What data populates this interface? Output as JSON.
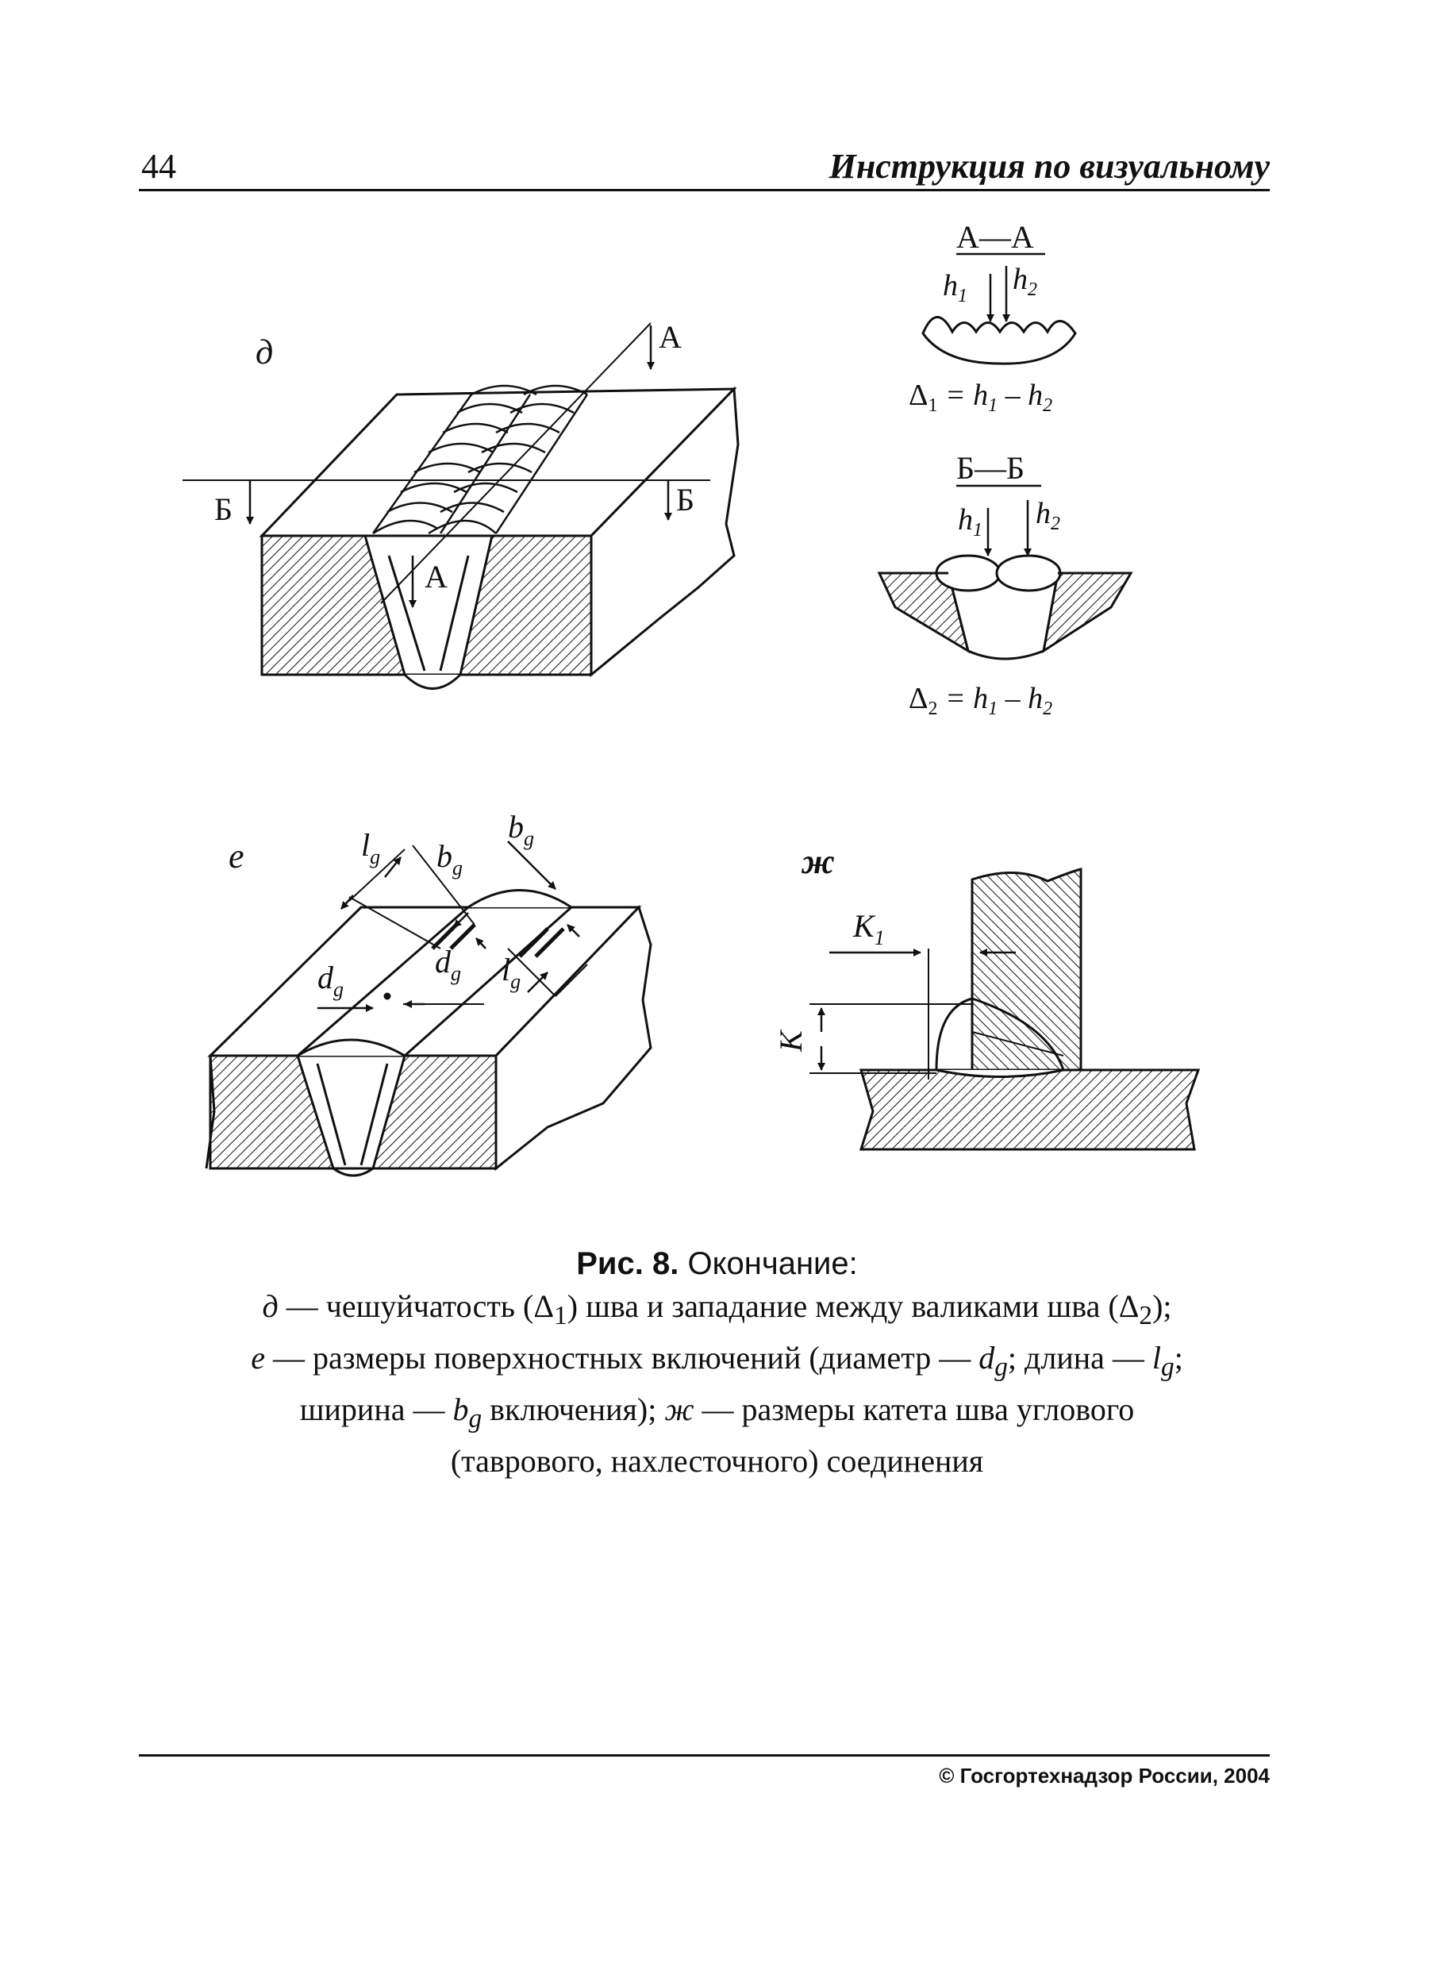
{
  "header": {
    "page_number": "44",
    "running_head": "Инструкция по визуальному"
  },
  "figure": {
    "panel_d": {
      "label": "д",
      "section_a": "А",
      "section_a_lower": "А",
      "section_b_left": "Б",
      "section_b_right": "Б"
    },
    "section_aa": {
      "title": "А—А",
      "h1": "h",
      "h1_sub": "1",
      "h2": "h",
      "h2_sub": "2",
      "formula_prefix": "Δ",
      "formula_sub1": "1",
      "formula_mid": " = h",
      "formula_sub2": "1",
      "formula_mid2": " – h",
      "formula_sub3": "2"
    },
    "section_bb": {
      "title": "Б—Б",
      "h1": "h",
      "h1_sub": "1",
      "h2": "h",
      "h2_sub": "2",
      "formula_prefix": "Δ",
      "formula_sub1": "2",
      "formula_mid": " = h",
      "formula_sub2": "1",
      "formula_mid2": " – h",
      "formula_sub3": "2"
    },
    "panel_e": {
      "label": "е",
      "lg": "l",
      "bg": "b",
      "dg": "d",
      "sub_g": "g"
    },
    "panel_zh": {
      "label": "ж",
      "k1": "K",
      "k1_sub": "1",
      "k": "K"
    }
  },
  "caption": {
    "title_bold": "Рис. 8.",
    "title_rest": " Окончание:",
    "line1_a": "д",
    "line1_b": " — чешуйчатость (Δ",
    "line1_c": "1",
    "line1_d": ") шва и западание между валиками шва (Δ",
    "line1_e": "2",
    "line1_f": ");",
    "line2_a": "е",
    "line2_b": " — размеры поверхностных включений (диаметр — ",
    "line2_c": "d",
    "line2_d": "g",
    "line2_e": "; длина — ",
    "line2_f": "l",
    "line2_g": "g",
    "line2_h": ";",
    "line3_a": "ширина — ",
    "line3_b": "b",
    "line3_c": "g",
    "line3_d": " включения); ",
    "line3_e": "ж",
    "line3_f": " — размеры катета шва углового",
    "line4": "(таврового, нахлесточного) соединения"
  },
  "footer": {
    "copyright": "© Госгортехнадзор России, 2004"
  }
}
